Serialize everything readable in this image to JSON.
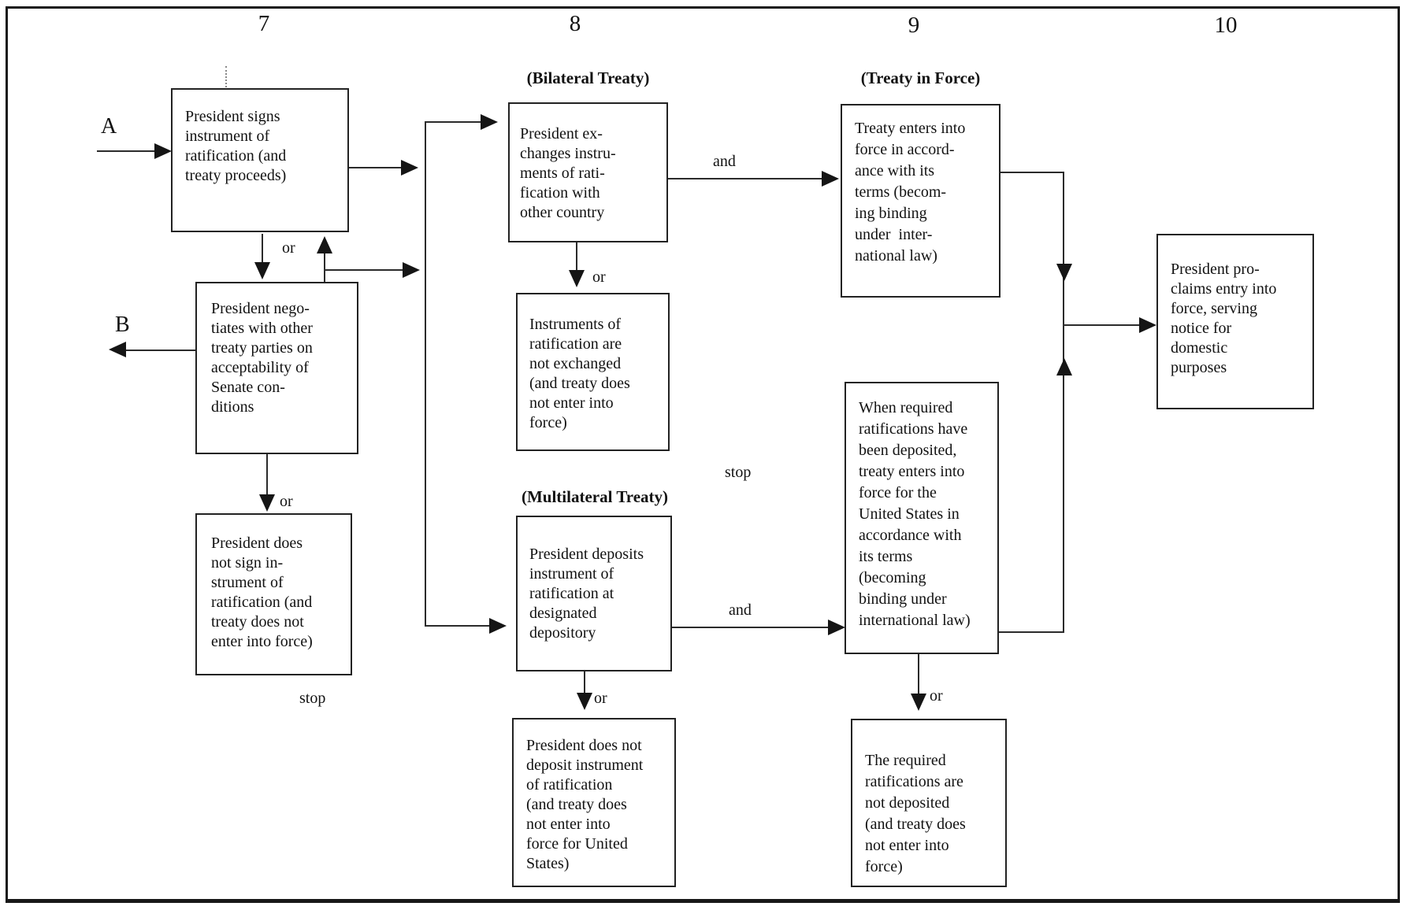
{
  "columns": [
    "7",
    "8",
    "9",
    "10"
  ],
  "headings": {
    "bilateral": "(Bilateral Treaty)",
    "multilateral": "(Multilateral Treaty)",
    "treaty_in_force": "(Treaty in Force)"
  },
  "boxes": {
    "president_signs": "President signs\ninstrument of\nratification (and\ntreaty proceeds)",
    "president_negotiates": "President nego-\ntiates with other\ntreaty parties on\nacceptability of\nSenate con-\nditions",
    "president_does_not_sign": "President does\nnot sign in-\nstrument of\nratification (and\ntreaty does not\nenter into force)",
    "president_exchanges": "President ex-\nchanges instru-\nments of rati-\nfication with\nother country",
    "instruments_not_exchanged": "Instruments of\nratification are\nnot exchanged\n(and treaty does\nnot enter into\nforce)",
    "president_deposits": "President deposits\ninstrument of\nratification at\ndesignated\ndepository",
    "president_does_not_deposit": "President does not\ndeposit instrument\nof ratification\n(and treaty does\nnot enter into\nforce for United\nStates)",
    "treaty_enters_force": "Treaty enters into\nforce in accord-\nance with its\nterms (becom-\ning binding\nunder  inter-\nnational law)",
    "ratifications_deposited": "When required\nratifications have\nbeen deposited,\ntreaty enters into\nforce for the\nUnited States in\naccordance with\nits terms\n(becoming\nbinding under\ninternational law)",
    "ratifications_not_deposited": "The required\nratifications are\nnot deposited\n(and treaty does\nnot enter into\nforce)",
    "president_proclaims": "President pro-\nclaims entry into\nforce, serving\nnotice for\ndomestic\npurposes"
  },
  "labels": {
    "a": "A",
    "b": "B",
    "or": "or",
    "and": "and",
    "stop": "stop"
  }
}
